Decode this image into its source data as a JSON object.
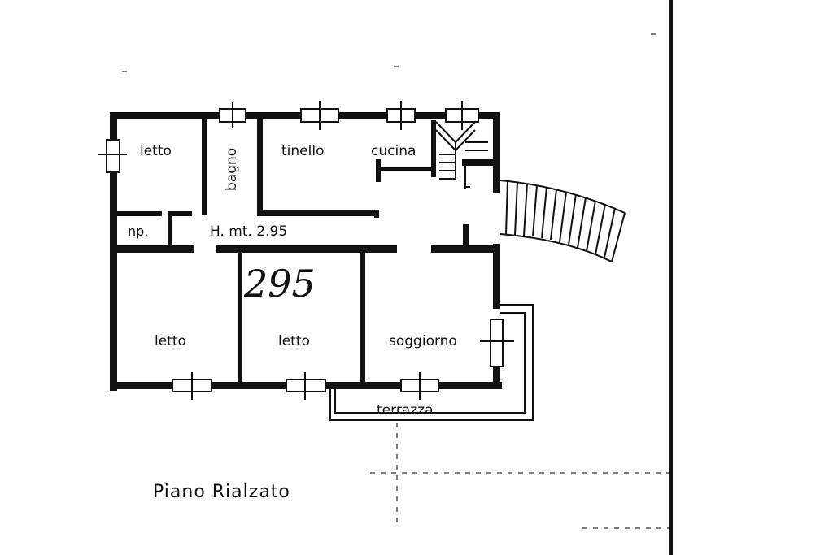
{
  "plan": {
    "title": "Piano Rialzato",
    "height_note": "H. mt. 2.95",
    "handwritten": "295",
    "rooms": {
      "letto_top": "letto",
      "bagno": "bagno",
      "tinello": "tinello",
      "cucina": "cucina",
      "np": "np.",
      "letto_left": "letto",
      "letto_mid": "letto",
      "soggiorno": "soggiorno",
      "terrazza": "terrazza"
    }
  }
}
